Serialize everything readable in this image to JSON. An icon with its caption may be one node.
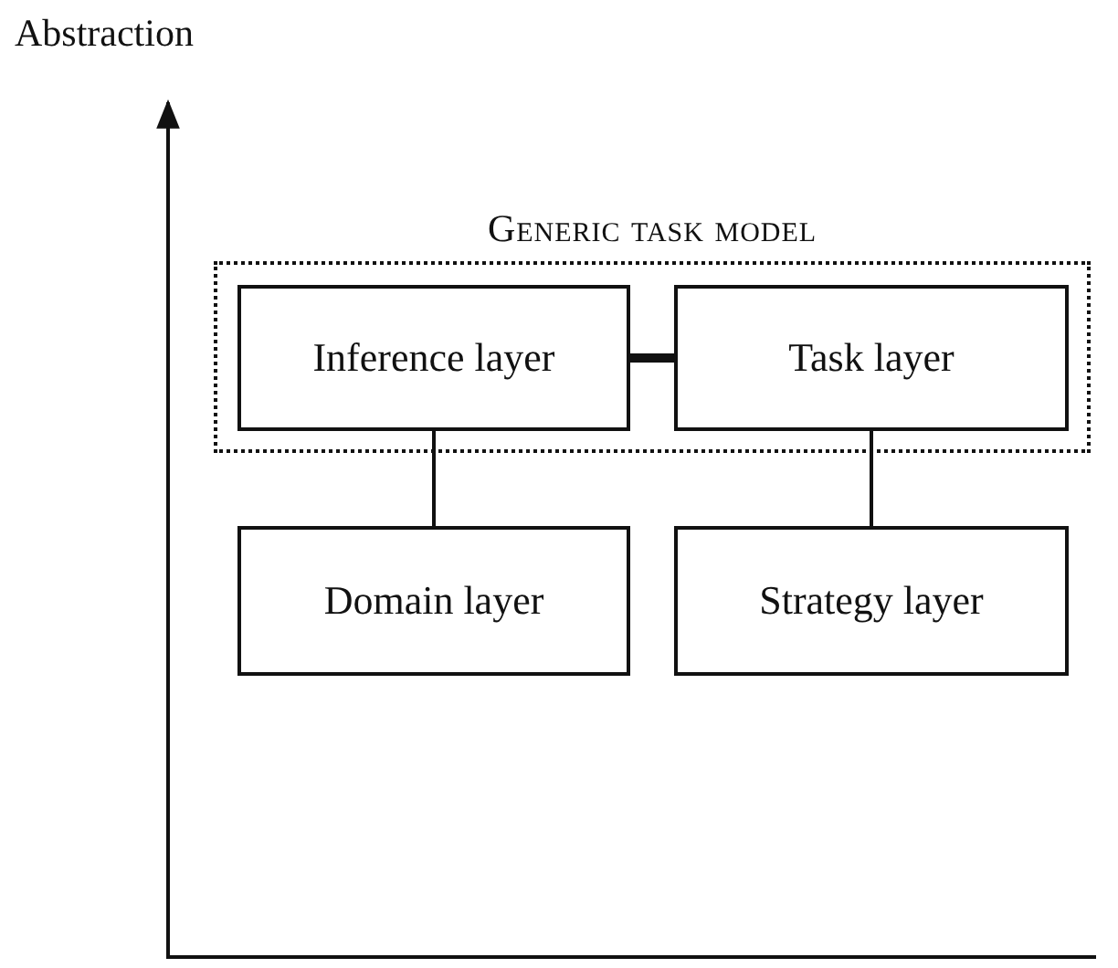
{
  "diagram": {
    "nodes": [
      {
        "text": [
          "Generic task model"
        ]
      },
      {
        "text": [
          "Inference layer"
        ],
        "in": 0
      },
      {
        "text": [
          "Task layer"
        ],
        "in": 0
      },
      {
        "text": [
          "Domain layer"
        ]
      },
      {
        "text": [
          "Strategy layer"
        ]
      }
    ],
    "edges": [
      {
        "from": 1,
        "to": 2,
        "arrow": "none",
        "style": "thick"
      },
      {
        "from": 1,
        "to": 3,
        "arrow": "none"
      },
      {
        "from": 2,
        "to": 4,
        "arrow": "none"
      }
    ],
    "labels": [
      "Abstraction"
    ]
  }
}
